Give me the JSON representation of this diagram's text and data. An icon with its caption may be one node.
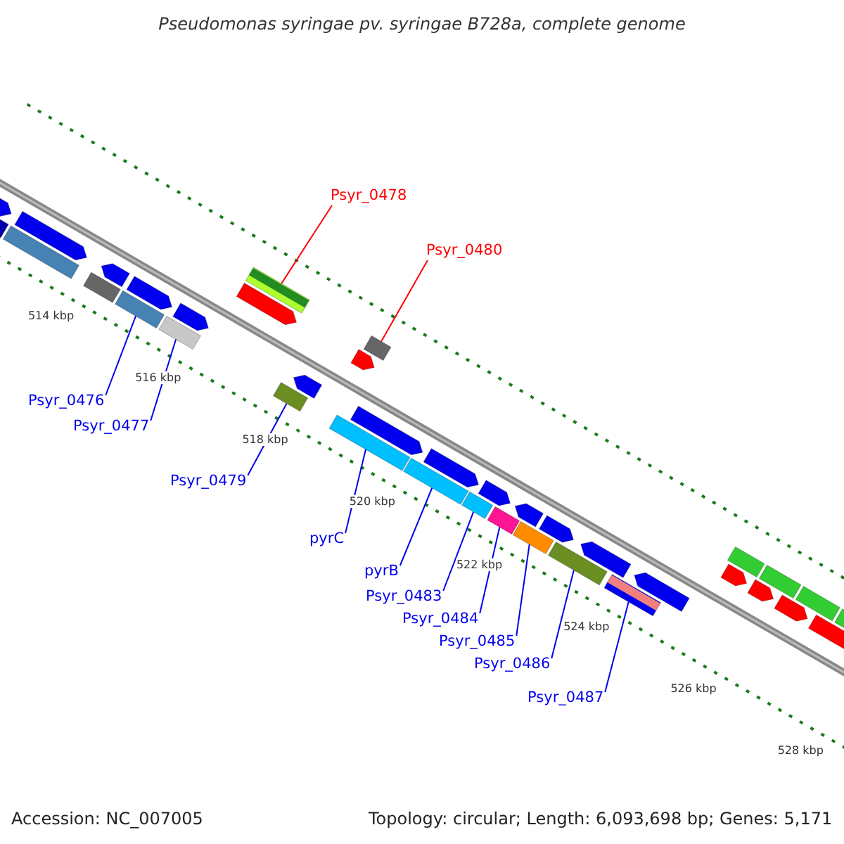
{
  "diagram": {
    "title": "Pseudomonas syringae pv. syringae B728a, complete genome",
    "nodes": [
      {
        "text": [
          "Psyr_0478"
        ]
      },
      {
        "text": [
          "Psyr_0480"
        ]
      },
      {
        "text": [
          "Psyr_0476"
        ]
      },
      {
        "text": [
          "Psyr_0477"
        ]
      },
      {
        "text": [
          "Psyr_0479"
        ]
      },
      {
        "text": [
          "pyrC"
        ]
      },
      {
        "text": [
          "pyrB"
        ]
      },
      {
        "text": [
          "Psyr_0483"
        ]
      },
      {
        "text": [
          "Psyr_0484"
        ]
      },
      {
        "text": [
          "Psyr_0485"
        ]
      },
      {
        "text": [
          "Psyr_0486"
        ]
      },
      {
        "text": [
          "Psyr_0487"
        ]
      },
      {
        "text": [],
        "shape": "bar"
      },
      {
        "text": [],
        "shape": "bar"
      },
      {
        "text": [],
        "shape": "bar"
      },
      {
        "text": [],
        "shape": "bar"
      },
      {
        "text": [],
        "shape": "bar"
      },
      {
        "text": [],
        "shape": "bar"
      },
      {
        "text": [],
        "shape": "bar"
      },
      {
        "text": [],
        "shape": "bar"
      },
      {
        "text": [],
        "shape": "bar"
      },
      {
        "text": [],
        "shape": "bar"
      },
      {
        "text": [],
        "shape": "bar"
      },
      {
        "text": [],
        "shape": "bar"
      },
      {
        "text": [],
        "shape": "pentagon"
      },
      {
        "text": [],
        "shape": "bar"
      },
      {
        "text": [],
        "shape": "bar"
      },
      {
        "text": [],
        "shape": "pentagon"
      },
      {
        "text": [],
        "shape": "bar"
      },
      {
        "text": [],
        "shape": "pentagon"
      },
      {
        "text": [],
        "shape": "pentagon"
      },
      {
        "text": [],
        "shape": "pentagon"
      },
      {
        "text": [],
        "shape": "pentagon"
      },
      {
        "text": [],
        "shape": "pentagon"
      },
      {
        "text": [],
        "shape": "pentagon"
      },
      {
        "text": [],
        "shape": "pentagon"
      },
      {
        "text": [],
        "shape": "pentagon"
      },
      {
        "text": [],
        "shape": "pentagon"
      },
      {
        "text": [],
        "shape": "pentagon"
      },
      {
        "text": [],
        "shape": "pentagon"
      },
      {
        "text": [],
        "shape": "pentagon"
      },
      {
        "text": [],
        "shape": "pentagon"
      },
      {
        "text": [],
        "shape": "bar"
      },
      {
        "text": [],
        "shape": "pentagon"
      },
      {
        "text": [],
        "shape": "pentagon"
      },
      {
        "text": [],
        "shape": "bar"
      },
      {
        "text": [],
        "shape": "pentagon"
      },
      {
        "text": [],
        "shape": "bar"
      },
      {
        "text": [],
        "shape": "pentagon"
      },
      {
        "text": [],
        "shape": "bar"
      }
    ],
    "edges": [
      {
        "from": 0,
        "to": 12,
        "arrow": "none",
        "color": "#ff0000"
      },
      {
        "from": 1,
        "to": 13,
        "arrow": "none",
        "color": "#ff0000"
      },
      {
        "from": 2,
        "to": 14,
        "arrow": "none"
      },
      {
        "from": 3,
        "to": 15,
        "arrow": "none"
      },
      {
        "from": 4,
        "to": 16,
        "arrow": "none"
      },
      {
        "from": 5,
        "to": 17,
        "arrow": "none"
      },
      {
        "from": 6,
        "to": 18,
        "arrow": "none"
      },
      {
        "from": 7,
        "to": 19,
        "arrow": "none"
      },
      {
        "from": 8,
        "to": 20,
        "arrow": "none"
      },
      {
        "from": 9,
        "to": 21,
        "arrow": "none"
      },
      {
        "from": 10,
        "to": 22,
        "arrow": "none"
      },
      {
        "from": 11,
        "to": 23,
        "arrow": "none"
      }
    ],
    "labels": [
      "514 kbp",
      "516 kbp",
      "518 kbp",
      "520 kbp",
      "522 kbp",
      "524 kbp",
      "526 kbp",
      "528 kbp",
      "Accession: NC_007005",
      "Topology: circular; Length: 6,093,698 bp; Genes: 5,171"
    ]
  }
}
